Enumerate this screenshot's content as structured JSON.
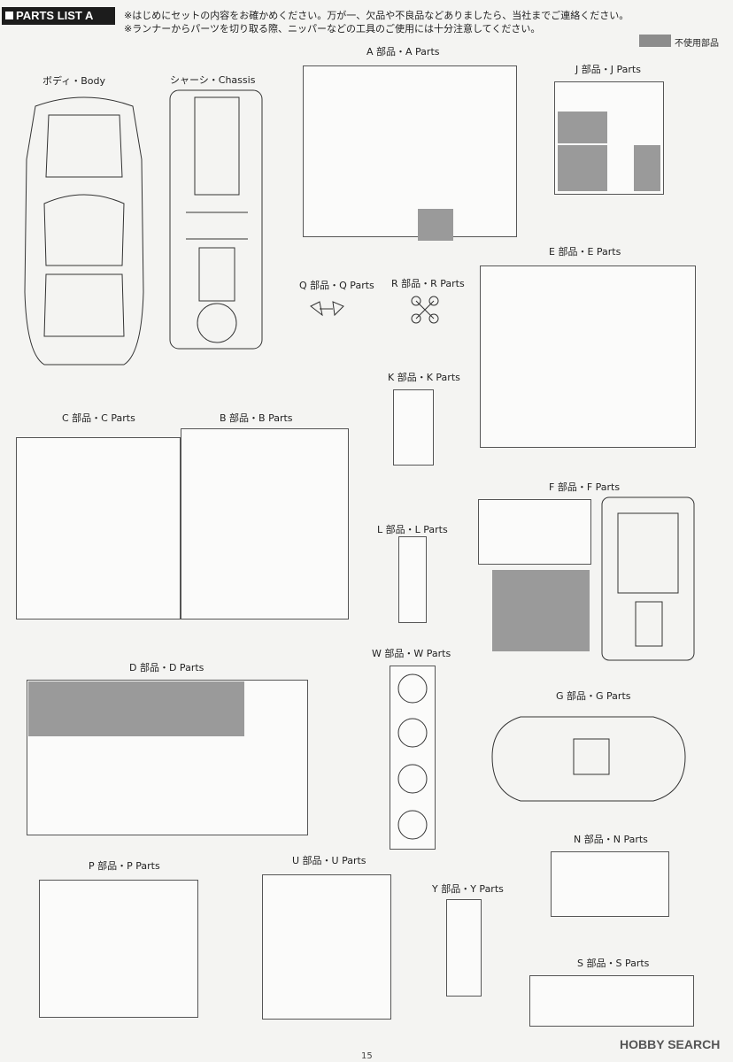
{
  "header": {
    "title": "PARTS LIST  A",
    "note_line1": "※はじめにセットの内容をお確かめください。万が一、欠品や不良品などありましたら、当社までご連絡ください。",
    "note_line2": "※ランナーからパーツを切り取る際、ニッパーなどの工具のご使用には十分注意してください。",
    "legend_label": "不使用部品",
    "legend_color": "#8c8c8c"
  },
  "sections": {
    "body": "ボディ・Body",
    "chassis": "シャーシ・Chassis",
    "a": "A 部品・A Parts",
    "j": "J 部品・J Parts",
    "q": "Q 部品・Q Parts",
    "r": "R 部品・R Parts",
    "e": "E 部品・E Parts",
    "k": "K 部品・K Parts",
    "c": "C 部品・C Parts",
    "b": "B 部品・B Parts",
    "l": "L 部品・L Parts",
    "f": "F 部品・F Parts",
    "d": "D 部品・D Parts",
    "w": "W 部品・W Parts",
    "g": "G 部品・G Parts",
    "n": "N 部品・N Parts",
    "p": "P 部品・P Parts",
    "u": "U 部品・U Parts",
    "y": "Y 部品・Y Parts",
    "s": "S 部品・S Parts"
  },
  "footer": {
    "logo": "HOBBY SEARCH",
    "page_number": "15"
  }
}
